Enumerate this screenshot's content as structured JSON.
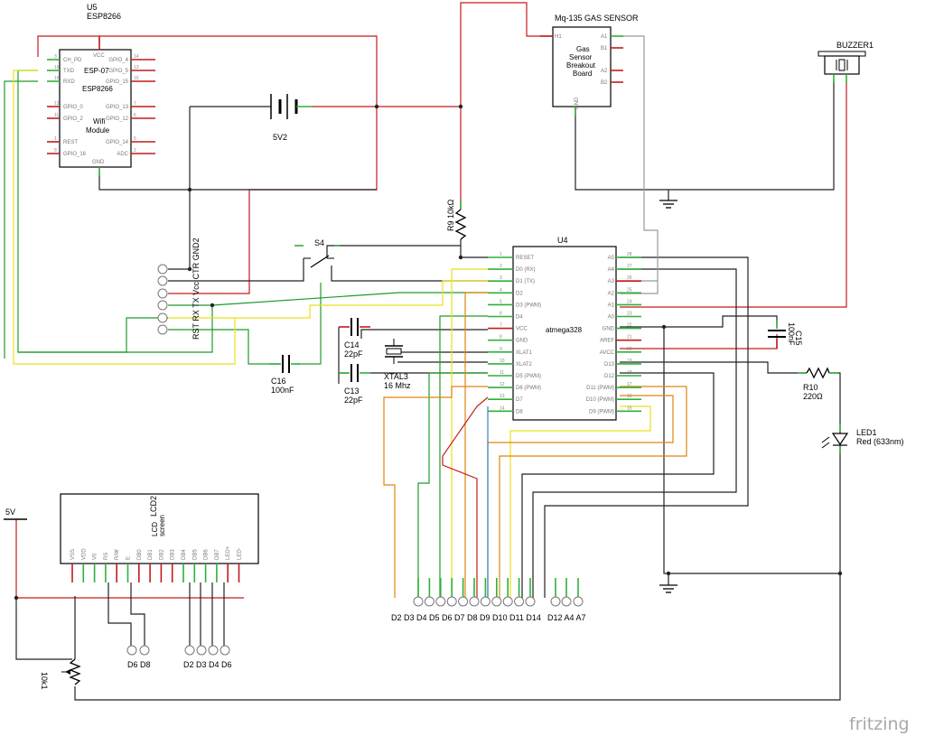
{
  "components": {
    "u5": {
      "ref": "U5",
      "name": "ESP8266",
      "inner": "ESP-07",
      "inner2": "ESP8266",
      "module": [
        "Wifi",
        "Module"
      ],
      "left_pins": [
        "CH_PD",
        "TXD",
        "RXD",
        "GPIO_0",
        "GPIO_2",
        "REST",
        "GPIO_16"
      ],
      "left_nums": [
        "3",
        "16",
        "15",
        "12",
        "11",
        "1",
        "8"
      ],
      "right_pins": [
        "GPIO_4",
        "GPIO_5",
        "GPIO_15",
        "GPIO_13",
        "GPIO_12",
        "GPIO_14",
        "ADC"
      ],
      "right_nums": [
        "14",
        "13",
        "10",
        "7",
        "6",
        "5",
        "2"
      ],
      "top_pin": "VCC",
      "bottom_pin": "GND"
    },
    "battery": {
      "label": "5V2"
    },
    "mq135": {
      "title": "Mq-135 GAS SENSOR",
      "body": [
        "Gas",
        "Sensor",
        "Breakout",
        "Board"
      ],
      "pins": [
        "H1",
        "A1",
        "B1",
        "A2",
        "B2",
        "GND"
      ]
    },
    "buzzer": {
      "label": "BUZZER1"
    },
    "r9": {
      "ref": "R9",
      "value": "10kΩ"
    },
    "s4": {
      "label": "S4"
    },
    "gnd2": {
      "label": "RST RX TX Vcc CTR GND2"
    },
    "u4": {
      "ref": "U4",
      "name": "atmega328",
      "left_pins": [
        "RESET",
        "D0 (RX)",
        "D1 (TX)",
        "D2",
        "D3 (PWM)",
        "D4",
        "VCC",
        "GND",
        "XLAT1",
        "XLAT2",
        "D5 (PWM)",
        "D6 (PWM)",
        "D7",
        "D8"
      ],
      "left_nums": [
        "1",
        "2",
        "3",
        "4",
        "5",
        "6",
        "7",
        "8",
        "9",
        "10",
        "11",
        "12",
        "13",
        "14"
      ],
      "right_pins": [
        "A5",
        "A4",
        "A3",
        "A2",
        "A1",
        "A0",
        "GND",
        "AREF",
        "AVCC",
        "D13",
        "D12",
        "D11 (PWM)",
        "D10 (PWM)",
        "D9 (PWM)"
      ],
      "right_nums": [
        "28",
        "27",
        "26",
        "25",
        "24",
        "23",
        "22",
        "21",
        "20",
        "19",
        "18",
        "17",
        "16",
        "15"
      ]
    },
    "c14": {
      "ref": "C14",
      "value": "22pF"
    },
    "c13": {
      "ref": "C13",
      "value": "22pF"
    },
    "c16": {
      "ref": "C16",
      "value": "100nF"
    },
    "c15": {
      "ref": "C15",
      "value": "100nF"
    },
    "xtal3": {
      "ref": "XTAL3",
      "value": "16 Mhz"
    },
    "r10": {
      "ref": "R10",
      "value": "220Ω"
    },
    "led1": {
      "ref": "LED1",
      "value": "Red (633nm)"
    },
    "lcd2": {
      "ref": "LCD2",
      "body": [
        "LCD",
        "screen"
      ],
      "pins": [
        "VSS",
        "VDD",
        "V0",
        "RS",
        "R/W",
        "E",
        "DB0",
        "DB1",
        "DB2",
        "DB3",
        "DB4",
        "DB5",
        "DB6",
        "DB7",
        "LED+",
        "LED-"
      ]
    },
    "pot": {
      "label": "10k1"
    },
    "supply": {
      "label": "5V"
    }
  },
  "connectors": {
    "main": "D2 D3 D4 D5 D6 D7 D8 D9 D10 D11 D14",
    "side": "D12 A4 A7",
    "lcd_ctrl": "D6 D8",
    "lcd_data": "D2 D3 D4 D6"
  },
  "brand": "fritzing",
  "colors": {
    "wire_black": "#222222",
    "wire_red": "#c41b1b",
    "wire_green": "#1e9b2a",
    "wire_yellow": "#e8e01b",
    "wire_orange": "#e08510",
    "wire_gray": "#999999",
    "wire_blue": "#3a7fc0"
  }
}
